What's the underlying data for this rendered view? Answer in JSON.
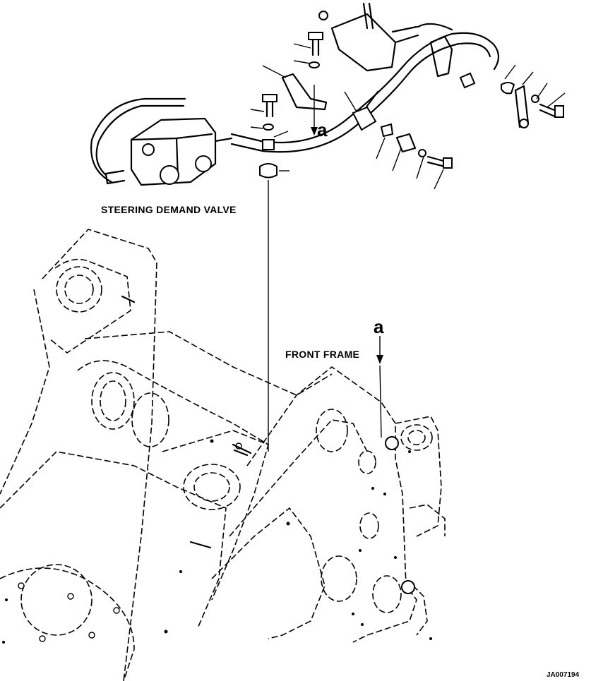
{
  "drawing": {
    "labels": {
      "steering_demand_valve": "STEERING DEMAND VALVE",
      "front_frame": "FRONT FRAME",
      "view_marker_upper": "a",
      "view_marker_lower": "a"
    },
    "reference_code": "JA007194"
  }
}
